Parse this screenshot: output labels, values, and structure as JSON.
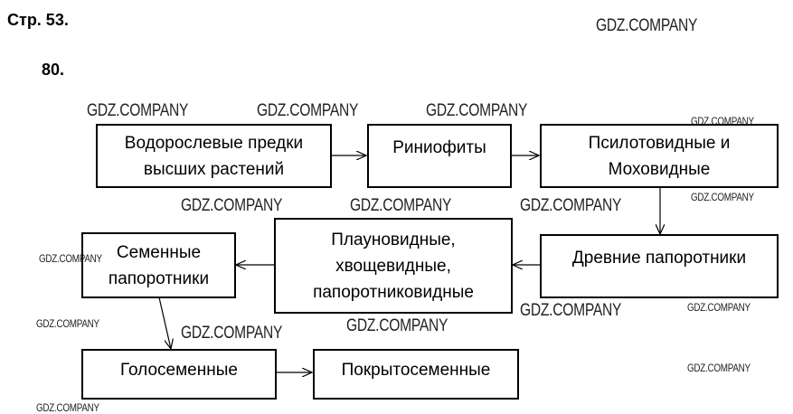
{
  "header": {
    "page": "Стр. 53.",
    "task": "80."
  },
  "boxes": {
    "algae": "Водорослевые предки\nвысших растений",
    "rhyniophytes": "Риниофиты",
    "psilotum_mosses": "Псилотовидные и\nМоховидные",
    "ancient_ferns": "Древние папоротники",
    "lycopods": "Плауновидные,\nхвощевидные,\nпапоротниковидные",
    "seed_ferns": "Семенные\nпапоротники",
    "gymnosperms": "Голосеменные",
    "angiosperms": "Покрытосеменные"
  },
  "watermark": "GDZ.COMPANY"
}
